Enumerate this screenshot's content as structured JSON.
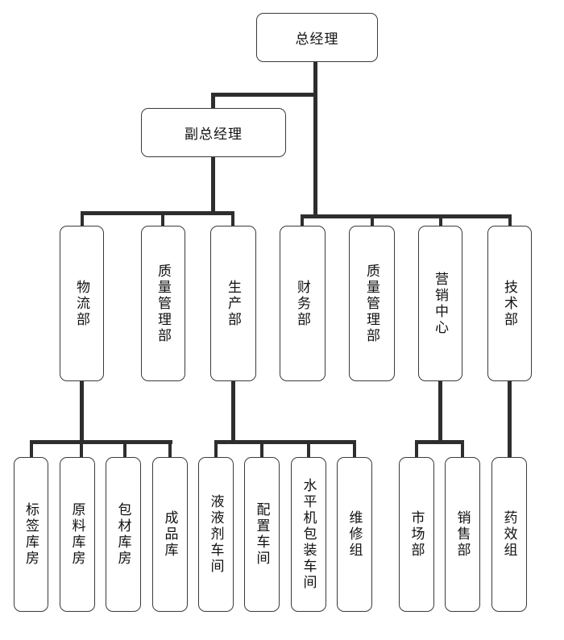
{
  "org_chart": {
    "root": "总经理",
    "deputy": "副总经理",
    "departments": {
      "logistics": "物流部",
      "quality_a": "质量管理部",
      "production": "生产部",
      "finance": "财务部",
      "quality_b": "质量管理部",
      "marketing": "营销中心",
      "tech": "技术部"
    },
    "logistics_units": [
      "标签库房",
      "原料库房",
      "包材库房",
      "成品库"
    ],
    "production_units": [
      "液液剂车间",
      "配置车间",
      "水平机包装车间",
      "维修组"
    ],
    "marketing_units": [
      "市场部",
      "销售部"
    ],
    "tech_units": [
      "药效组"
    ]
  },
  "colors": {
    "line": "#2e2e2e",
    "border": "#3a3a3a",
    "text": "#111111"
  }
}
